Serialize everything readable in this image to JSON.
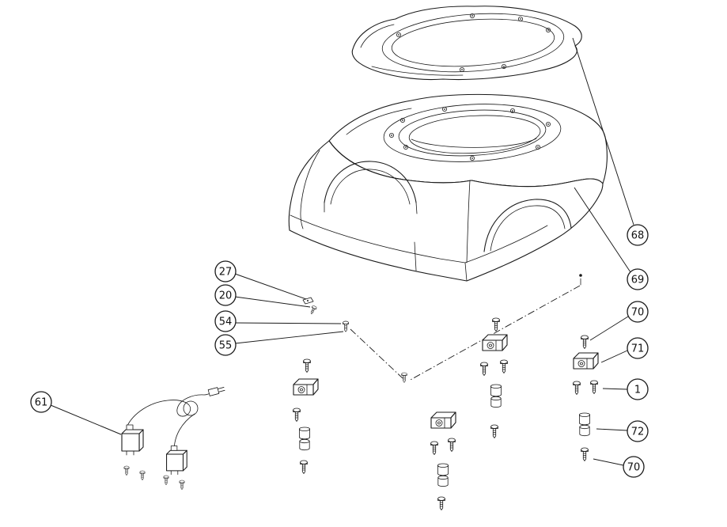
{
  "figure": {
    "type": "exploded-parts-diagram",
    "colors": {
      "background": "#ffffff",
      "line": "#1a1a1a"
    }
  },
  "callouts": [
    {
      "label": "27"
    },
    {
      "label": "20"
    },
    {
      "label": "54"
    },
    {
      "label": "55"
    },
    {
      "label": "61"
    },
    {
      "label": "68"
    },
    {
      "label": "69"
    },
    {
      "label": "70"
    },
    {
      "label": "71"
    },
    {
      "label": "1"
    },
    {
      "label": "72"
    },
    {
      "label": "70"
    }
  ]
}
